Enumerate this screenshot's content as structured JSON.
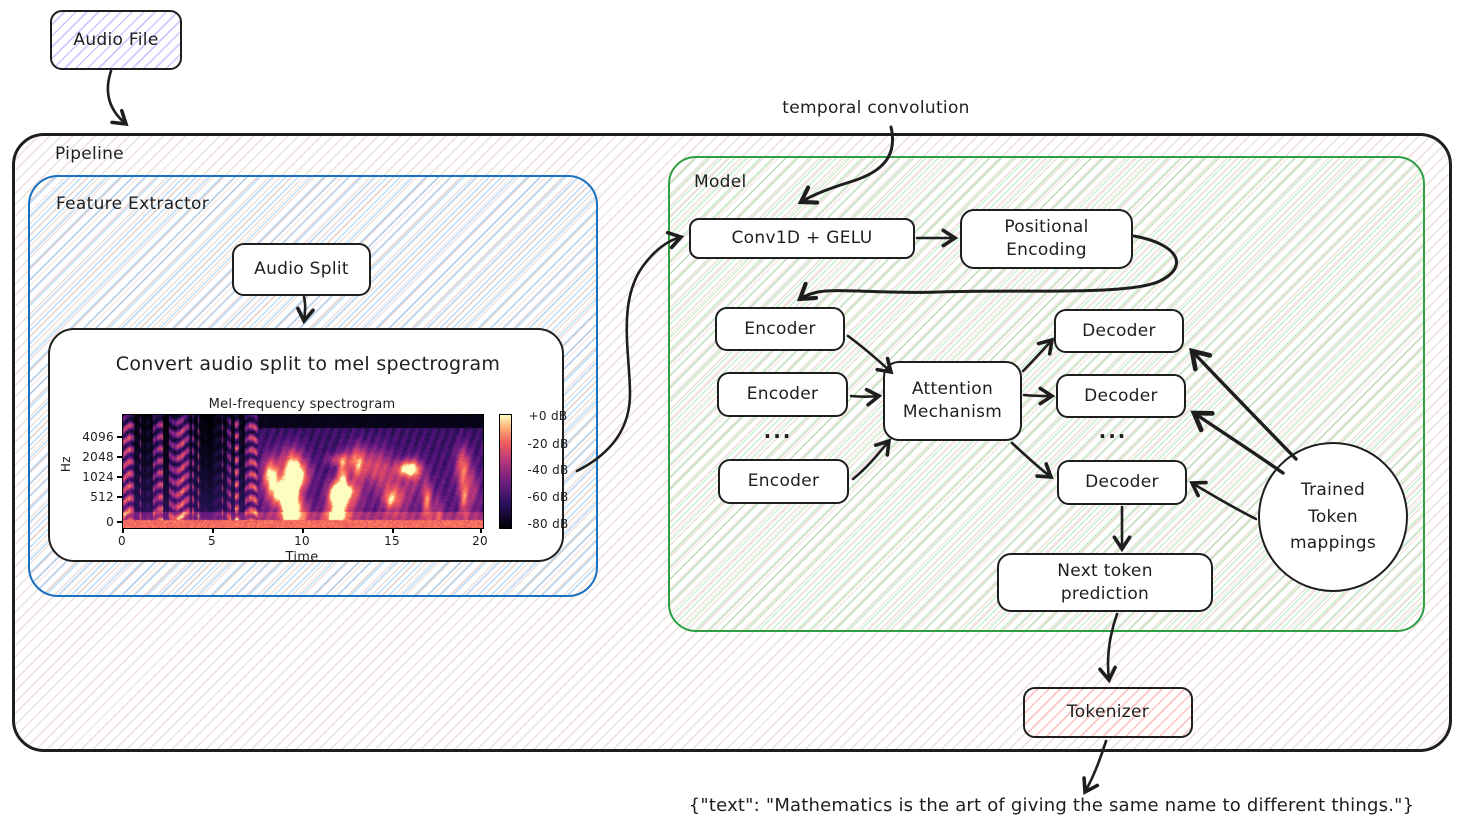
{
  "diagram": {
    "audio_file": {
      "label": "Audio File"
    },
    "pipeline": {
      "label": "Pipeline"
    },
    "feature_extractor": {
      "label": "Feature Extractor",
      "audio_split": {
        "label": "Audio Split"
      },
      "convert_box": {
        "title": "Convert audio split to mel spectrogram"
      }
    },
    "model": {
      "label": "Model",
      "annotation": "temporal convolution",
      "conv1d": {
        "label": "Conv1D + GELU"
      },
      "positional_encoding": {
        "label": "Positional Encoding"
      },
      "encoders": {
        "labels": [
          "Encoder",
          "Encoder",
          "Encoder"
        ],
        "ellipsis": "..."
      },
      "attention": {
        "label": "Attention Mechanism"
      },
      "decoders": {
        "labels": [
          "Decoder",
          "Decoder",
          "Decoder"
        ],
        "ellipsis": "..."
      },
      "trained_token_mappings": {
        "label": "Trained Token mappings"
      },
      "next_token_prediction": {
        "label": "Next token prediction"
      }
    },
    "tokenizer": {
      "label": "Tokenizer"
    },
    "output_text": "{\"text\": \"Mathematics is the art of giving the same name to different things.\"}"
  },
  "chart_data": {
    "type": "heatmap",
    "title": "Mel-frequency spectrogram",
    "xlabel": "Time",
    "ylabel": "Hz",
    "xticks": [
      "0",
      "5",
      "10",
      "15",
      "20"
    ],
    "yticks": [
      "4096",
      "2048",
      "1024",
      "512",
      "0"
    ],
    "x_range": [
      0,
      20
    ],
    "colorbar_ticks": [
      "+0 dB",
      "-20 dB",
      "-40 dB",
      "-60 dB",
      "-80 dB"
    ],
    "colorbar_range_db": [
      0,
      -80
    ],
    "colormap": "magma",
    "content_summary": "Speech mel spectrogram: 0-7.5 s full-band energy with dark vertical pause gaps (largest near 4.5 s); 7.5-20 s band-limited audio with energy mostly below ~4 kHz, scattered bright formant blobs, and a persistent bright band near 0 Hz."
  },
  "colors": {
    "ink": "#1e1e1e",
    "feature-border": "#1971c2",
    "feature-hatch": "#74c0fc",
    "model-border": "#2f9e44",
    "model-hatch": "#69db7c",
    "pipeline-hatch": "#c9a090",
    "audio-file-hatch": "#b197fc",
    "tokenizer-hatch": "#ff8787"
  }
}
